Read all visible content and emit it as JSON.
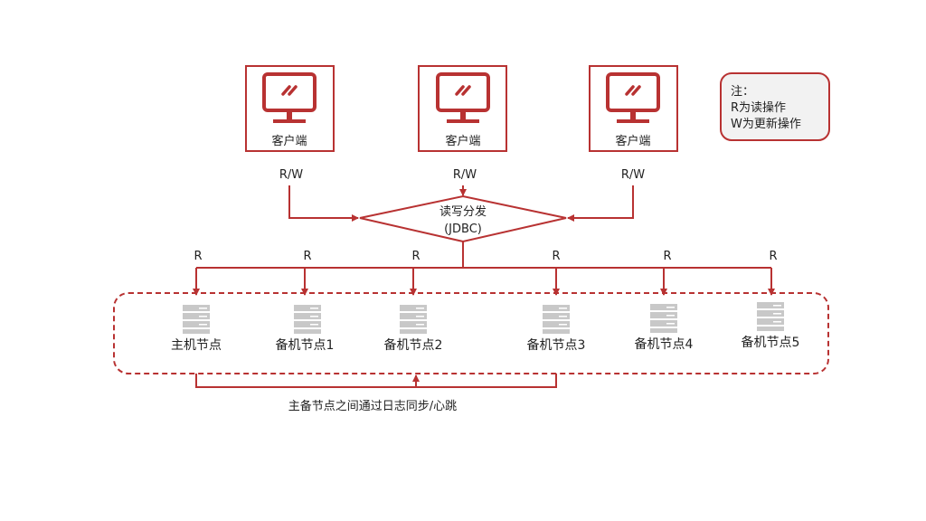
{
  "colors": {
    "accent": "#b83232",
    "server": "#c8c8c8",
    "note_bg": "#f2f2f2"
  },
  "clients": [
    {
      "label": "客户端",
      "icon": "monitor-icon"
    },
    {
      "label": "客户端",
      "icon": "monitor-icon"
    },
    {
      "label": "客户端",
      "icon": "monitor-icon"
    }
  ],
  "client_edge_label": "R/W",
  "router": {
    "line1": "读写分发",
    "line2": "(JDBC)"
  },
  "read_edge_label": "R",
  "nodes": [
    {
      "label": "主机节点",
      "icon": "server-icon"
    },
    {
      "label": "备机节点1",
      "icon": "server-icon"
    },
    {
      "label": "备机节点2",
      "icon": "server-icon"
    },
    {
      "label": "备机节点3",
      "icon": "server-icon"
    },
    {
      "label": "备机节点4",
      "icon": "server-icon"
    },
    {
      "label": "备机节点5",
      "icon": "server-icon"
    }
  ],
  "sync_label": "主备节点之间通过日志同步/心跳",
  "note": {
    "title": "注：",
    "line1": "R为读操作",
    "line2": "W为更新操作"
  }
}
